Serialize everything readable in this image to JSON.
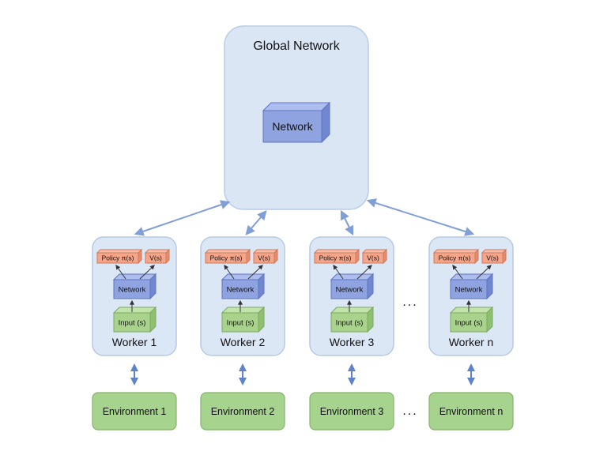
{
  "global": {
    "title": "Global Network",
    "network_label": "Network"
  },
  "worker_parts": {
    "policy_label": "Policy π(s)",
    "value_label": "V(s)",
    "network_label": "Network",
    "input_label": "Input (s)"
  },
  "workers": [
    {
      "name": "Worker 1",
      "environment": "Environment 1"
    },
    {
      "name": "Worker 2",
      "environment": "Environment 2"
    },
    {
      "name": "Worker 3",
      "environment": "Environment 3"
    },
    {
      "name": "Worker n",
      "environment": "Environment n"
    }
  ],
  "ellipsis": "...",
  "colors": {
    "global_box_fill": "#dae6f4",
    "global_box_stroke": "#b9cce6",
    "worker_box_fill": "#dce7f5",
    "worker_box_stroke": "#b6c9e4",
    "network_front": "#8fa3e0",
    "network_top": "#aebdf0",
    "network_side": "#7187cf",
    "network_stroke": "#5f74c0",
    "policy_front": "#f5a58a",
    "policy_top": "#f8c0ab",
    "policy_side": "#e48c6e",
    "policy_stroke": "#d07a5c",
    "input_front": "#a9d38d",
    "input_top": "#c3e3ac",
    "input_side": "#8fbf70",
    "input_stroke": "#7aa95e",
    "env_fill": "#a6d38e",
    "env_stroke": "#86b46c",
    "arrow": "#7f9fd6",
    "arrow_vertical": "#5f82c8",
    "inner_arrow": "#333333"
  }
}
